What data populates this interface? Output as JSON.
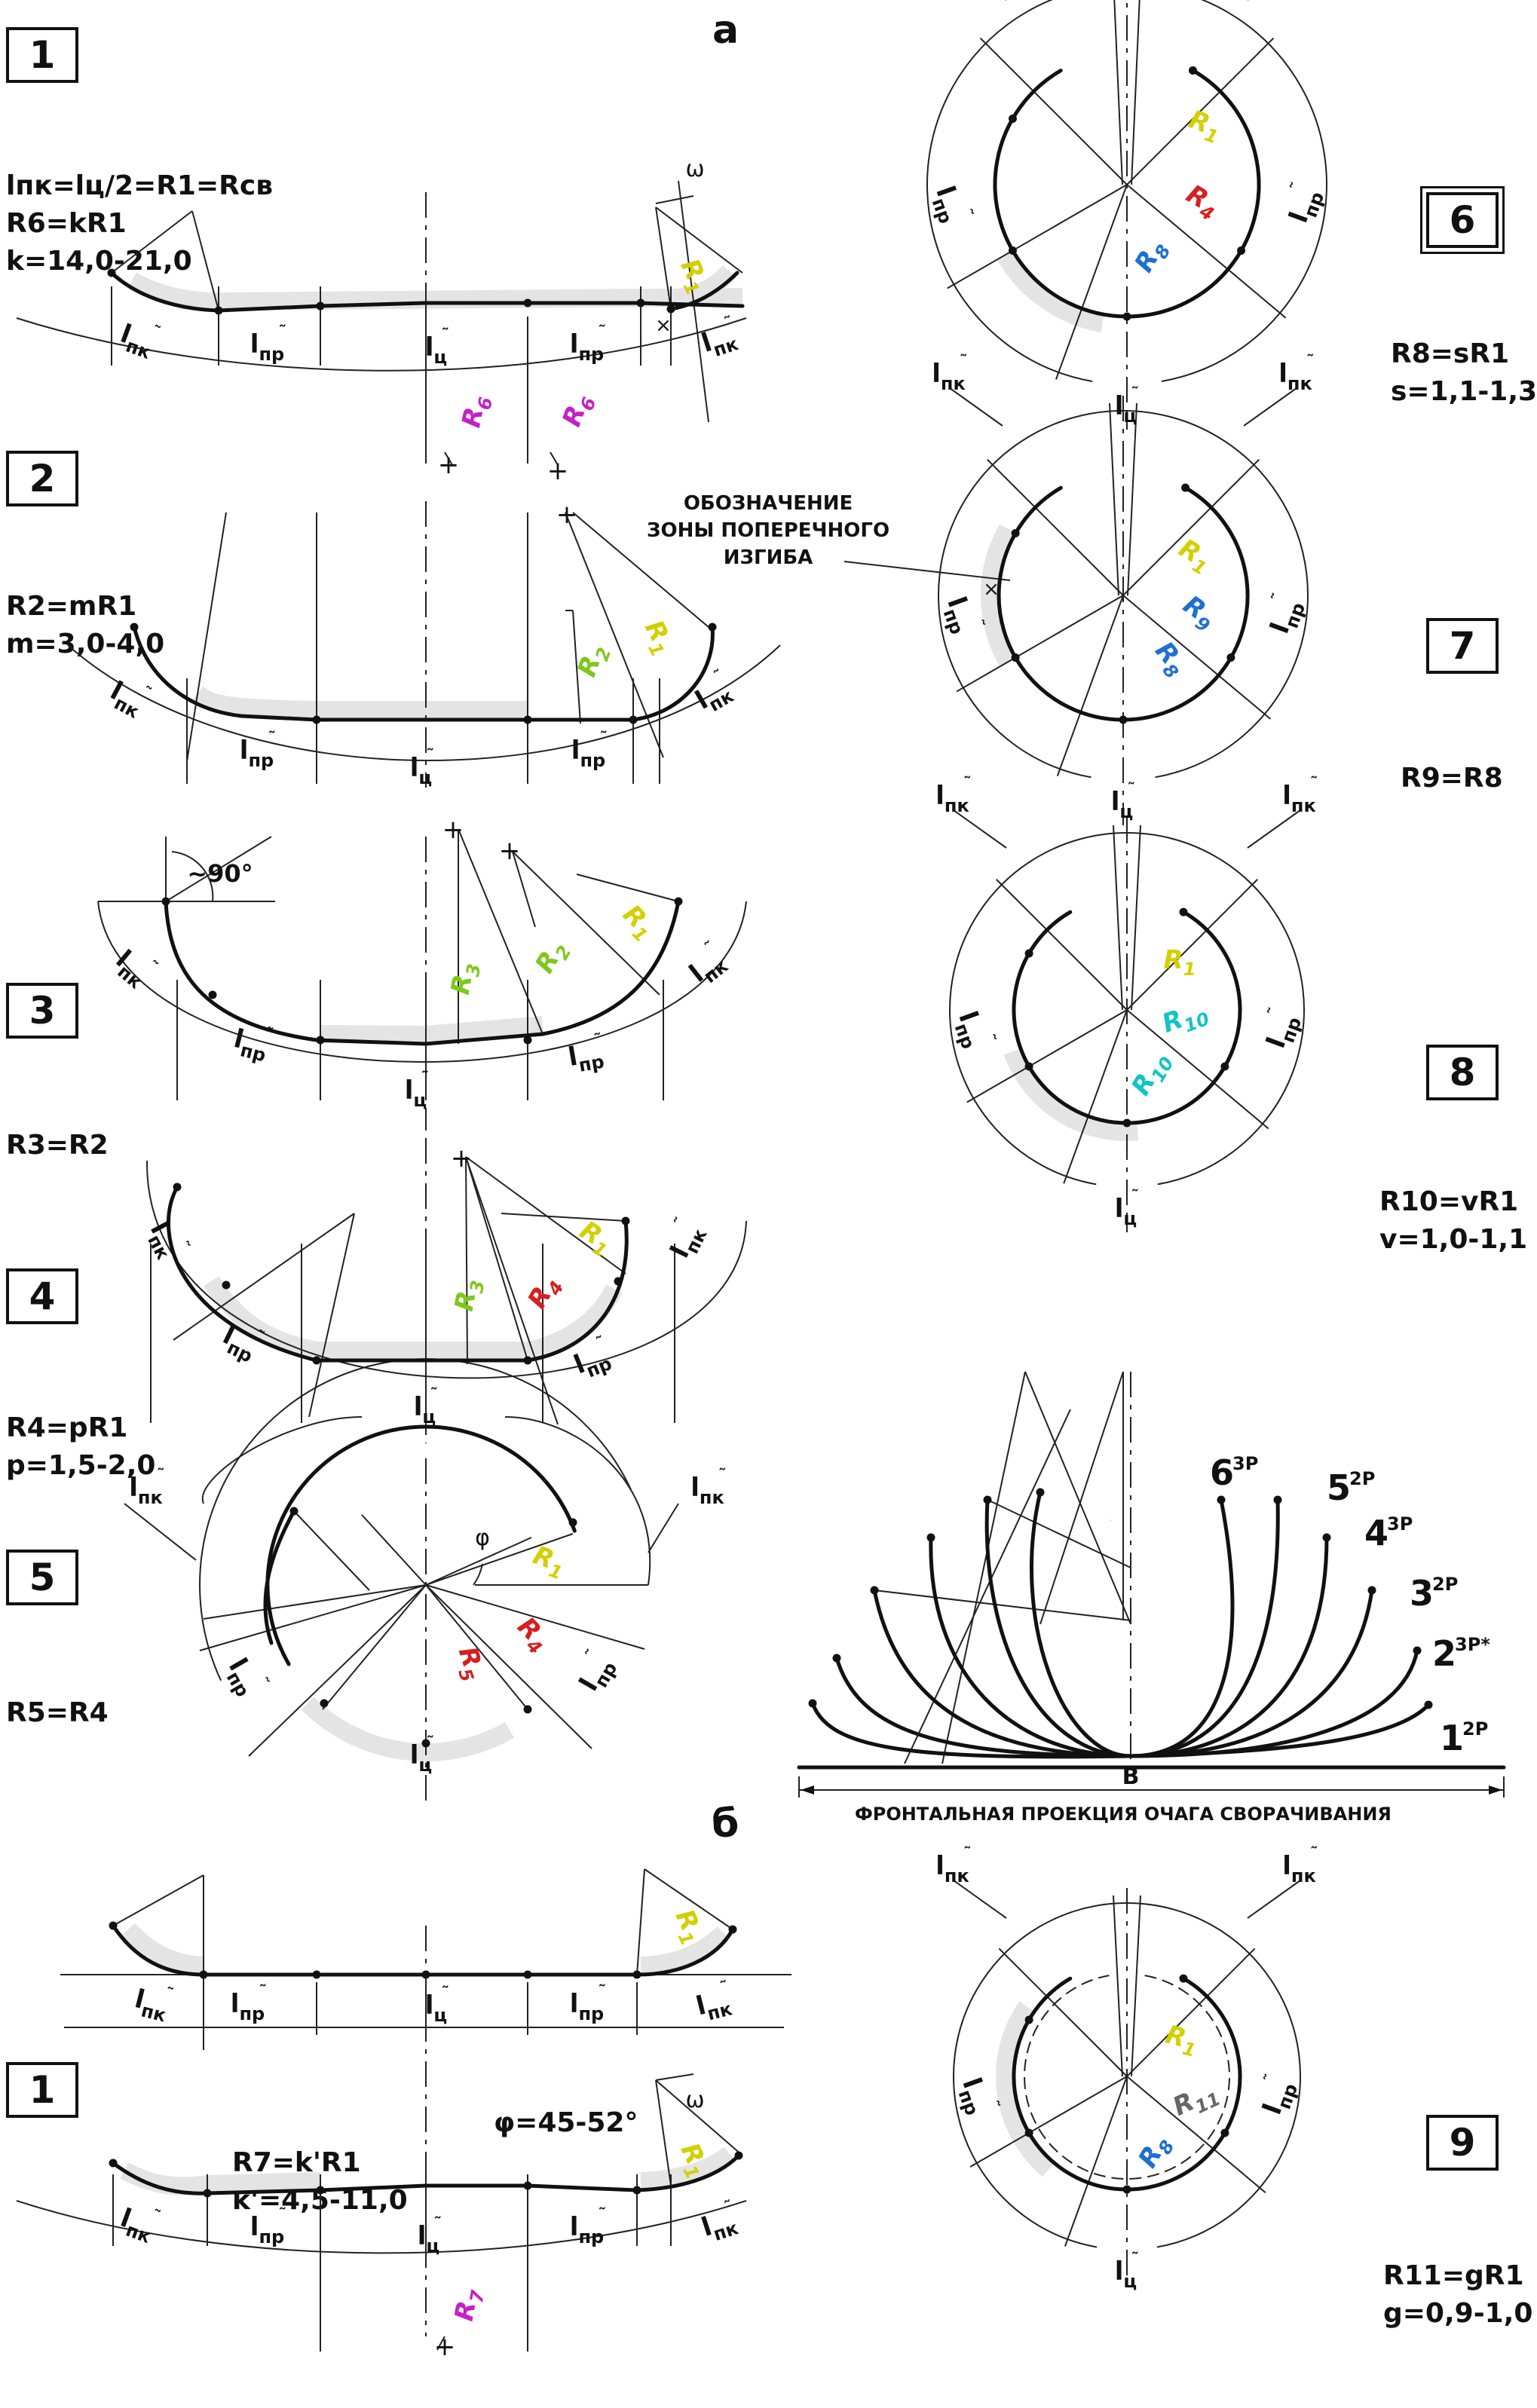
{
  "sections": {
    "a": "а",
    "b": "б"
  },
  "boxes": [
    {
      "id": "1a",
      "label": "1"
    },
    {
      "id": "2",
      "label": "2"
    },
    {
      "id": "3",
      "label": "3"
    },
    {
      "id": "4",
      "label": "4"
    },
    {
      "id": "5",
      "label": "5"
    },
    {
      "id": "6",
      "label": "6"
    },
    {
      "id": "7",
      "label": "7"
    },
    {
      "id": "8",
      "label": "8"
    },
    {
      "id": "9",
      "label": "9"
    },
    {
      "id": "1b",
      "label": "1"
    }
  ],
  "formulas": {
    "f1": [
      "lпк=lц/2=R1=Rсв",
      "R6=kR1",
      "k=14,0-21,0"
    ],
    "f2": [
      "R2=mR1",
      "m=3,0-4,0"
    ],
    "f3": [
      "R3=R2"
    ],
    "f4": [
      "R4=pR1",
      "p=1,5-2,0"
    ],
    "f5": [
      "R5=R4"
    ],
    "f6": [
      "R8=sR1",
      "s=1,1-1,3"
    ],
    "f7": [
      "R9=R8"
    ],
    "f8": [
      "R10=vR1",
      "v=1,0-1,1"
    ],
    "f9": [
      "R11=gR1",
      "g=0,9-1,0"
    ],
    "f1b": [
      "R7=k'R1",
      "k'=4,5-11,0"
    ],
    "phi": "φ=45-52°"
  },
  "note": "ОБОЗНАЧЕНИЕ\nЗОНЫ ПОПЕРЕЧНОГО\nИЗГИБА",
  "angle_label": "~90°",
  "omega": "ω",
  "phi_symbol": "φ",
  "segment_labels": {
    "pk": "lпк",
    "pr": "lпр",
    "c": "lц"
  },
  "radius_labels": [
    "R1",
    "R2",
    "R3",
    "R4",
    "R5",
    "R6",
    "R7",
    "R8",
    "R9",
    "R10",
    "R11"
  ],
  "colors": {
    "R1": "#d4cf00",
    "R2": "#7ec81e",
    "R3": "#7ec81e",
    "R4": "#d81e1e",
    "R5": "#d81e1e",
    "R6": "#c81ec8",
    "R7": "#c81ec8",
    "R8": "#1e70d0",
    "R9": "#1e70d0",
    "R10": "#12c4c4",
    "R11": "#666666",
    "zone": "#e4e4e4"
  },
  "stages": [
    "1",
    "2",
    "2",
    "3",
    "3",
    "2",
    "4",
    "3",
    "5",
    "2",
    "6",
    "3"
  ],
  "stage_marks": [
    "2Р",
    "3Р*",
    "2Р",
    "3Р",
    "2Р",
    "3Р"
  ],
  "base_label": "В",
  "caption": "ФРОНТАЛЬНАЯ ПРОЕКЦИЯ ОЧАГА СВОРАЧИВАНИЯ"
}
